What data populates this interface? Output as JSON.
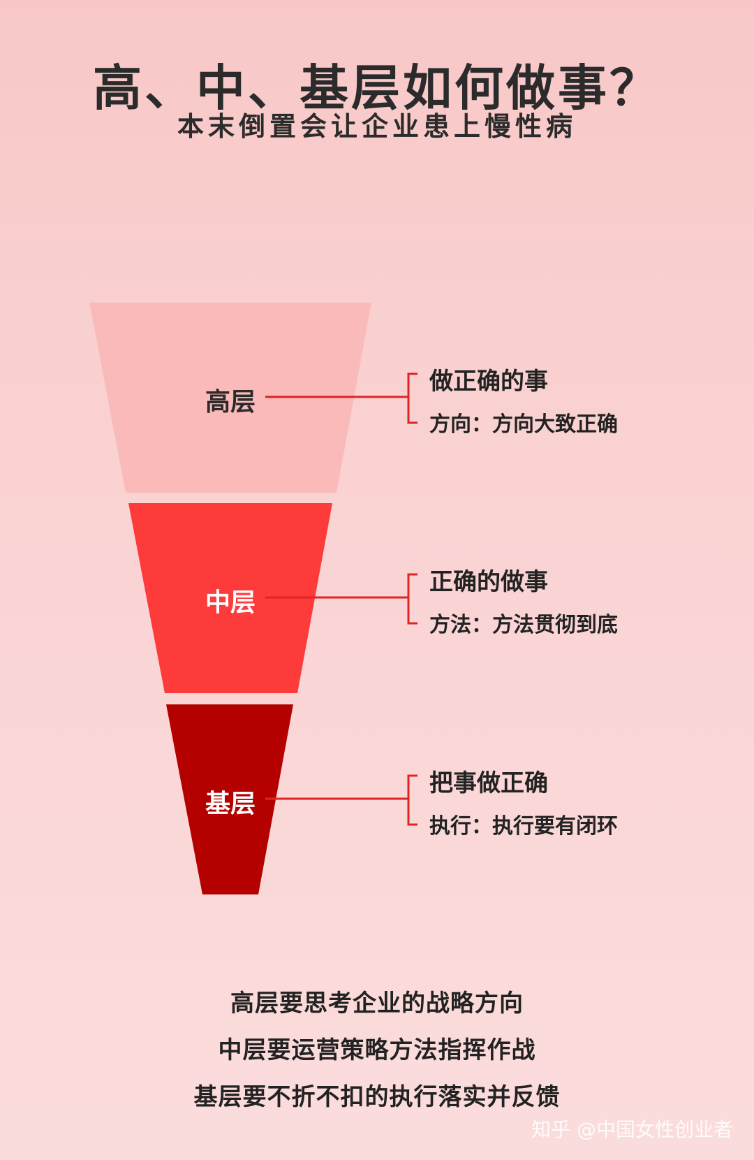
{
  "header": {
    "title": "高、中、基层如何做事？",
    "subtitle": "本末倒置会让企业患上慢性病"
  },
  "levels": [
    {
      "name": "高层",
      "main": "做正确的事",
      "sub": "方向：方向大致正确",
      "color": "#fbbaba"
    },
    {
      "name": "中层",
      "main": "正确的做事",
      "sub": "方法：方法贯彻到底",
      "color": "#fd3b3b"
    },
    {
      "name": "基层",
      "main": "把事做正确",
      "sub": "执行：执行要有闭环",
      "color": "#b50000"
    }
  ],
  "summary": [
    "高层要思考企业的战略方向",
    "中层要运营策略方法指挥作战",
    "基层要不折不扣的执行落实并反馈"
  ],
  "watermark": "知乎 @中国女性创业者",
  "connector_color": "#e02424"
}
